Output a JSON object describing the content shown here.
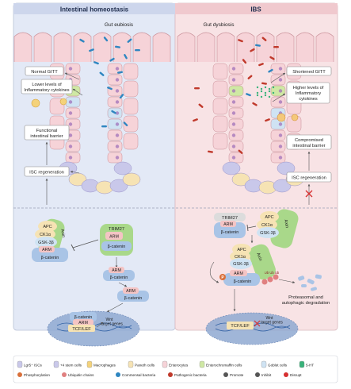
{
  "panels": {
    "left_title": "Intestinal homeostasis",
    "right_title": "IBS"
  },
  "left": {
    "gut_state": "Gut eubiosis",
    "normal_gitt": "Normal GITT",
    "cytokines": "Lower levels of\nInflammatory cytokines",
    "barrier": "Functional\nintestinal barrier",
    "isc": "ISC regeneration"
  },
  "right": {
    "gut_state": "Gut dysbiosis",
    "shortened_gitt": "Shortened GITT",
    "cytokines": "Higher levels of\nInflammatory\ncytokines",
    "barrier": "Compromised\nintestinal barrier",
    "isc": "ISC regeneration",
    "degradation": "Proteasomal and\nautophagic degradation",
    "ubiquitin": "Ub Ub Ub"
  },
  "pathway": {
    "apc": "APC",
    "ck1a": "CK1α",
    "gsk3b": "GSK-3β",
    "axin": "Axin",
    "trim27": "TRIM27",
    "arm": "ARM",
    "bcatenin": "β-catenin",
    "tcf": "TCF/LEF",
    "wnt": "Wnt\ntarget genes",
    "p": "P"
  },
  "legend": {
    "row1": [
      "Lgr5⁺ ISCs",
      "+4 stem cells",
      "Macrophages",
      "Paneth cells",
      "Enterocytes",
      "Enterochromaffin cells",
      "Goblet cells",
      "5-HT"
    ],
    "row2": [
      "Phosphorylation",
      "Ubiquitin chains",
      "Commensal bacteria",
      "Pathogenic bacteria",
      "Promote",
      "Inhibit",
      "Disrupt"
    ]
  },
  "colors": {
    "left_bg": "#e3e9f6",
    "right_bg": "#f8e3e5",
    "enterocyte": "#f6d3d8",
    "stem": "#c9c8ea",
    "paneth": "#f6e3b4",
    "goblet": "#cfe3f3",
    "ec_cell": "#cfe8a4",
    "bcat": "#a9c4e6",
    "arm": "#f4c4c4",
    "apc_green": "#a9d88a",
    "commensal": "#2e86c1",
    "pathogenic": "#c0392b",
    "disrupt": "#d63031"
  }
}
